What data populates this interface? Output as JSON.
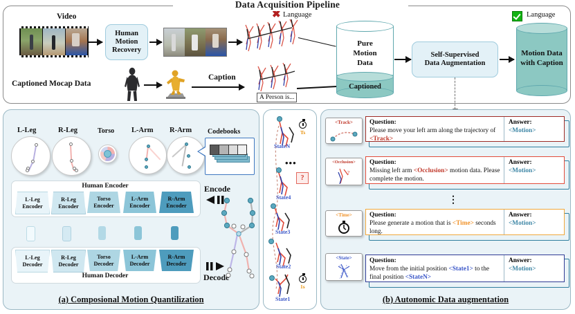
{
  "figure": {
    "top_panel_title": "Data Acquisition Pipeline",
    "caption_a": "(a) Composional Motion Quantilization",
    "caption_b": "(b) Autonomic Data augmentation"
  },
  "pipeline": {
    "video_label": "Video",
    "mocap_label": "Captioned Mocap Data",
    "hmr_box": "Human\nMotion\nRecovery",
    "caption_arrow_label": "Caption",
    "caption_chip": "A Person is...",
    "no_language_label": "Language",
    "yes_language_label": "Language",
    "no_icon": "cross-icon",
    "yes_icon": "check-icon",
    "pure_motion_cyl": "Pure\nMotion\nData",
    "pure_motion_line1": "Pure",
    "pure_motion_line2": "Motion",
    "pure_motion_line3": "Data",
    "captioned_fill_label": "Captioned",
    "augment_box_line1": "Self-Supervised",
    "augment_box_line2": "Data Augmentation",
    "output_cyl_line1": "Motion Data",
    "output_cyl_line2": "with Caption"
  },
  "quantization": {
    "parts": [
      {
        "name": "L-Leg"
      },
      {
        "name": "R-Leg"
      },
      {
        "name": "Torso"
      },
      {
        "name": "L-Arm"
      },
      {
        "name": "R-Arm"
      }
    ],
    "codebooks_label": "Codebooks",
    "encoder_shell_label": "Human Encoder",
    "decoder_shell_label": "Human Decoder",
    "encoders": [
      {
        "l1": "L-Leg",
        "l2": "Encoder",
        "shade": "#e8f4f9"
      },
      {
        "l1": "R-Leg",
        "l2": "Encoder",
        "shade": "#cfe7f0"
      },
      {
        "l1": "Torso",
        "l2": "Encoder",
        "shade": "#aed6e3"
      },
      {
        "l1": "L-Arm",
        "l2": "Encoder",
        "shade": "#8cc5d8"
      },
      {
        "l1": "R-Arm",
        "l2": "Encoder",
        "shade": "#4e9cbd"
      }
    ],
    "decoders": [
      {
        "l1": "L-Leg",
        "l2": "Decoder",
        "shade": "#e8f4f9"
      },
      {
        "l1": "R-Leg",
        "l2": "Decoder",
        "shade": "#cfe7f0"
      },
      {
        "l1": "Torso",
        "l2": "Decoder",
        "shade": "#aed6e3"
      },
      {
        "l1": "L-Arm",
        "l2": "Decoder",
        "shade": "#8cc5d8"
      },
      {
        "l1": "R-Arm",
        "l2": "Decoder",
        "shade": "#4e9cbd"
      }
    ],
    "latents": [
      "#f2fafd",
      "#d5eaf3",
      "#b3d9e6",
      "#8cc5d8",
      "#4e9cbd"
    ],
    "encode_label": "Encode",
    "decode_label": "Decode"
  },
  "states": {
    "labels": [
      "State1",
      "State2",
      "State3",
      "State4",
      "StateN"
    ],
    "time_bottom": "1s",
    "time_top": "Ts",
    "question_mark": "?",
    "ellipsis": "•••"
  },
  "qa": {
    "rows": [
      {
        "icon_tag": "<Track>",
        "icon_tag_color": "#c0392b",
        "icon_name": "track-trajectory-icon",
        "border_color": "#9e2b25",
        "q_label": "Question:",
        "q_pre": "Please move your left arm along the trajectory of ",
        "q_token": "<Track>",
        "q_token_class": "tok-red",
        "q_post": "",
        "a_label": "Answer:",
        "a_token": "<Motion>"
      },
      {
        "icon_tag": "<Occlusion>",
        "icon_tag_color": "#c0392b",
        "icon_name": "occlusion-icon",
        "border_color": "#e24b3a",
        "q_label": "Question:",
        "q_pre": "Missing left arm ",
        "q_token": "<Occlusion>",
        "q_token_class": "tok-red",
        "q_post": " motion data. Please complete the motion.",
        "a_label": "Answer:",
        "a_token": "<Motion>"
      },
      {
        "icon_tag": "<Time>",
        "icon_tag_color": "#f0932b",
        "icon_name": "stopwatch-icon",
        "border_color": "#f0a73b",
        "q_label": "Question:",
        "q_pre": "Please generate a motion that is ",
        "q_token": "<Time>",
        "q_token_class": "tok-orange",
        "q_post": " seconds long.",
        "a_label": "Answer:",
        "a_token": "<Motion>"
      },
      {
        "icon_tag": "<State>",
        "icon_tag_color": "#3a56c8",
        "icon_name": "state-pose-icon",
        "border_color": "#2f3a94",
        "q_label": "Question:",
        "q_pre": "Move from the initial position ",
        "q_token": "<State1>",
        "q_token_class": "tok-blue",
        "q_mid": " to the final position ",
        "q_token2": "<StateN>",
        "q_post": "",
        "a_label": "Answer:",
        "a_token": "<Motion>"
      }
    ],
    "vertical_ellipsis": "⋮",
    "answer_accent": "#2f7e9e"
  },
  "colors": {
    "panel_bg": "#eaf3f7",
    "teal": "#8cc8c2",
    "process_blue": "#e3f1f7",
    "accent_blue": "#4e9cbd"
  }
}
